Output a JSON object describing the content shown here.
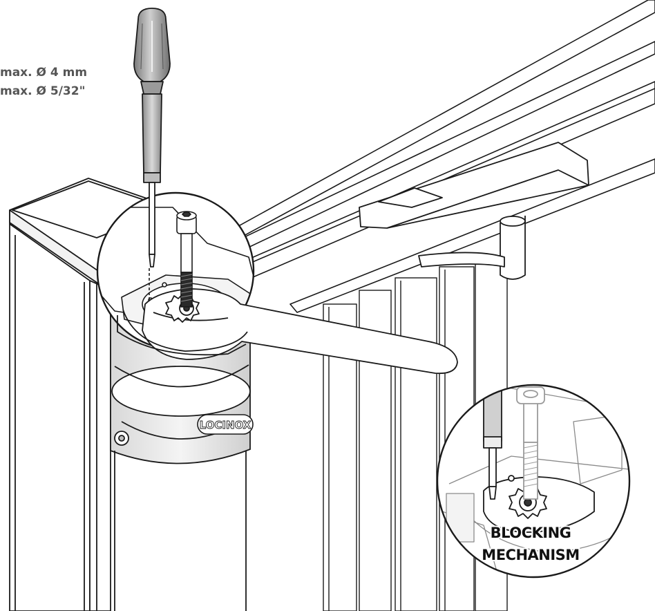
{
  "tool_spec": {
    "metric": "max. Ø 4 mm",
    "imperial": "max. Ø 5/32\""
  },
  "product_brand": "LOCINOX",
  "callout": {
    "line1": "BLOCKING",
    "line2": "MECHANISM"
  },
  "icons": [
    "screwdriver-icon",
    "hex-socket-bolt-icon",
    "wrench-arm-icon",
    "post-cap-icon",
    "detail-magnifier-icon"
  ]
}
